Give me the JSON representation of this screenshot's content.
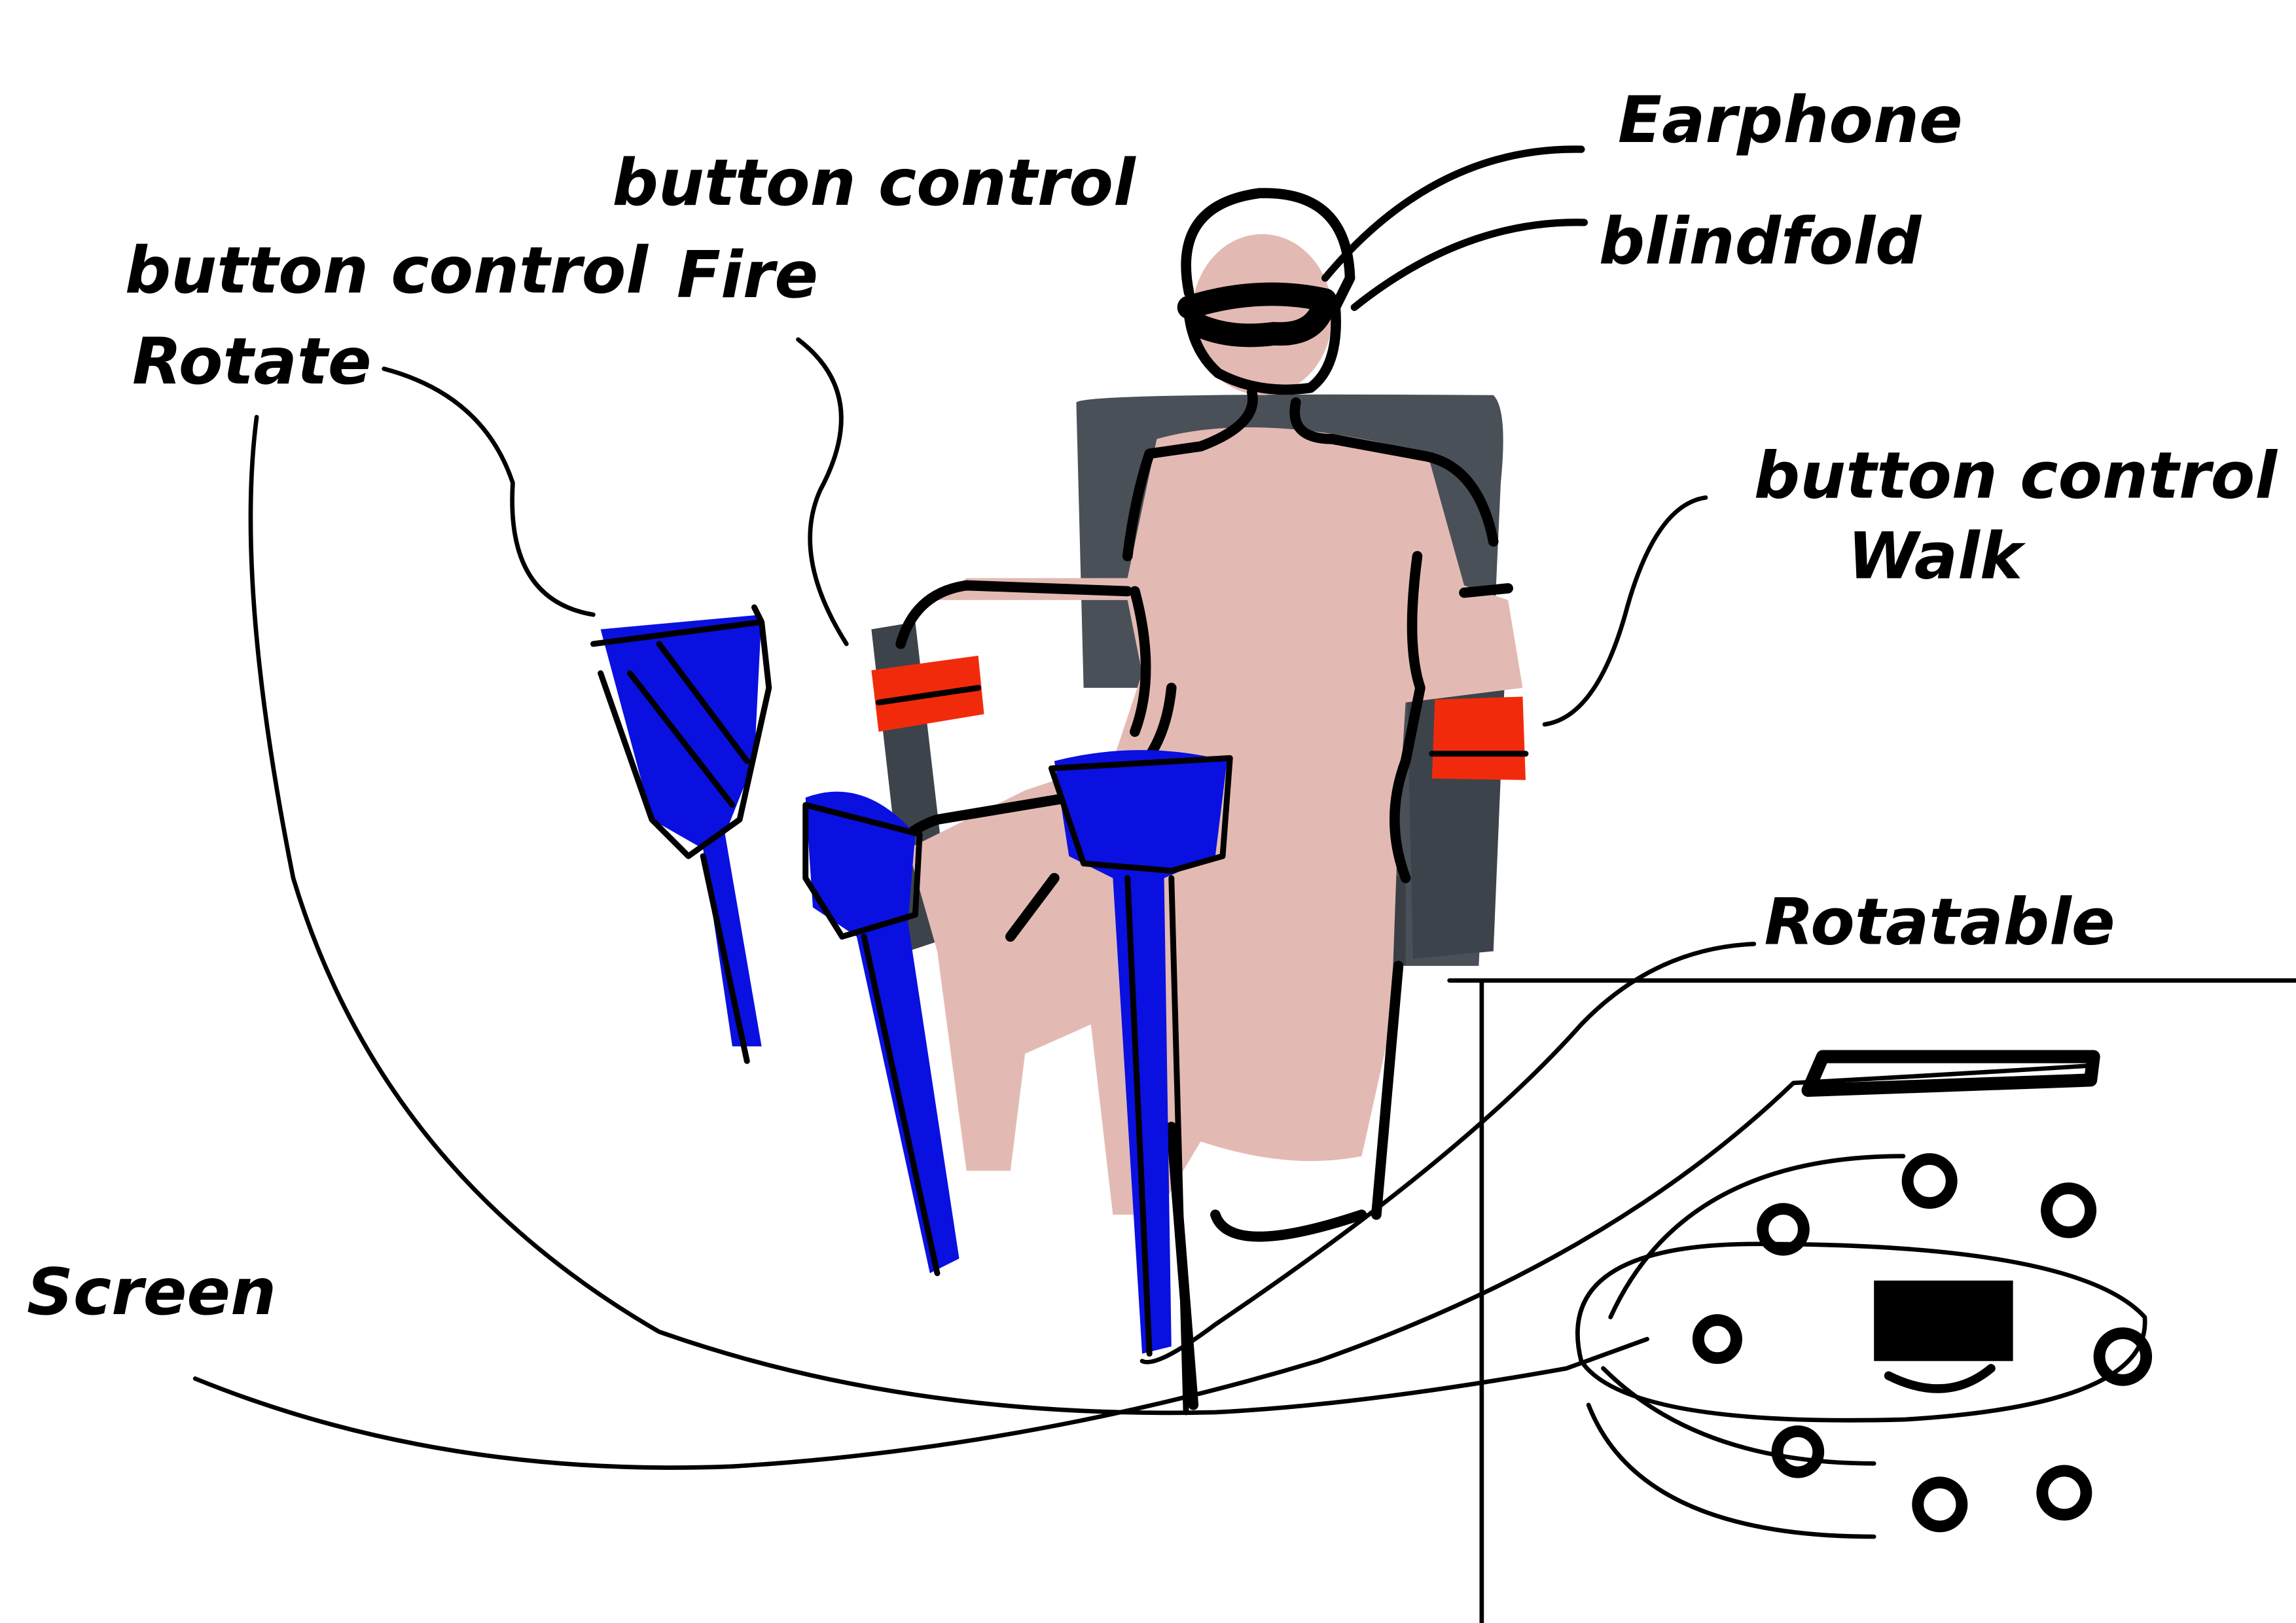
{
  "labels": {
    "rotate": {
      "line1": "button control",
      "line2": "Rotate"
    },
    "fire": {
      "line1": "button control",
      "line2": "Fire"
    },
    "earphone": "Earphone",
    "blindfold": "blindfold",
    "walk": {
      "line1": "button control",
      "line2": "Walk"
    },
    "rotatable": "Rotatable",
    "screen": "Screen"
  },
  "colors": {
    "skin": "#e3bab3",
    "chair": "#4a5058",
    "joystick": "#0a10e0",
    "button": "#f22a0c",
    "ink": "#000000"
  }
}
